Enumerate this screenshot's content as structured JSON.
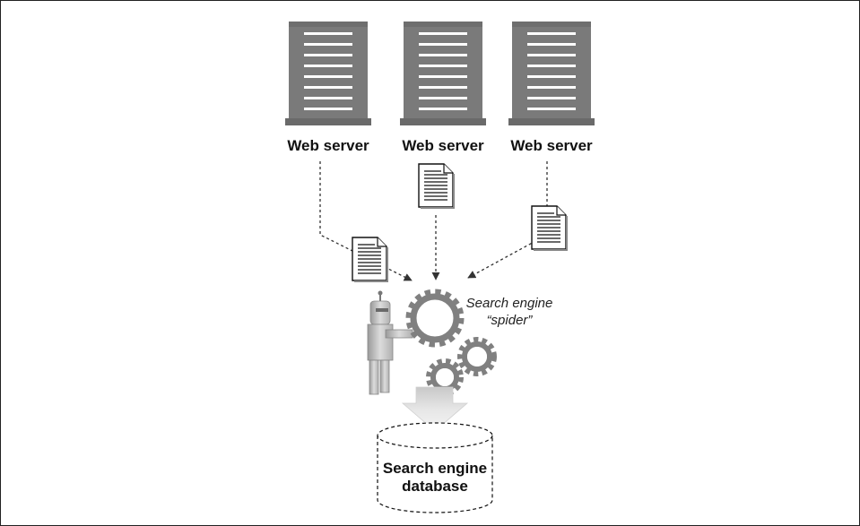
{
  "servers": [
    {
      "label": "Web server"
    },
    {
      "label": "Web server"
    },
    {
      "label": "Web server"
    }
  ],
  "spider": {
    "label_line1": "Search engine",
    "label_line2": "“spider”"
  },
  "database": {
    "label_line1": "Search engine",
    "label_line2": "database"
  },
  "colors": {
    "server_fill": "#7a7a7a",
    "server_dark": "#5e5e5e",
    "gear_fill": "#808080",
    "arrow_line": "#333333"
  },
  "icons": [
    "server-icon",
    "document-icon",
    "gear-icon",
    "robot-icon",
    "down-arrow-icon",
    "database-cylinder-icon"
  ]
}
